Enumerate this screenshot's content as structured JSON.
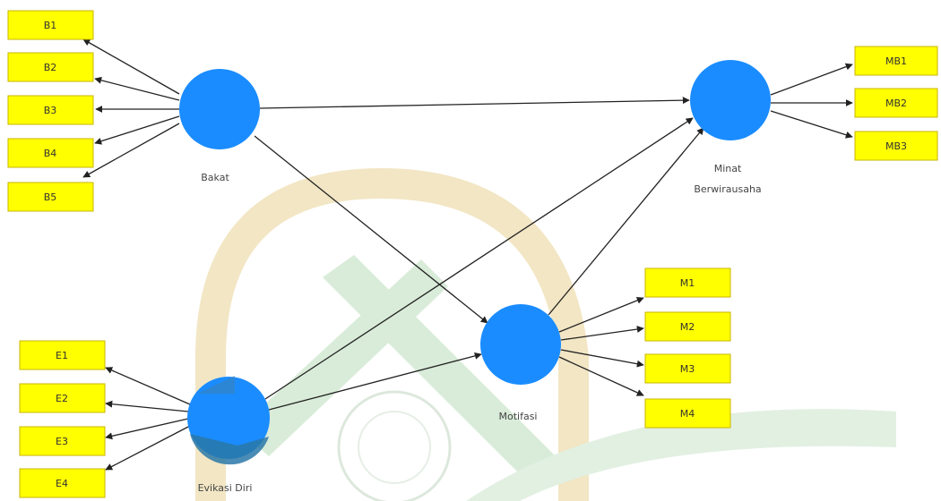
{
  "colors": {
    "latent_fill": "#1a8cff",
    "indicator_fill": "#ffff00",
    "indicator_border": "#c9b400",
    "arrow": "#222222",
    "watermark_arc": "#f2e6c4",
    "watermark_green": "#cfe6cf"
  },
  "constructs": {
    "bakat": {
      "label": "Bakat"
    },
    "minat": {
      "label_line1": "Minat",
      "label_line2": "Berwirausaha"
    },
    "motifasi": {
      "label": "Motifasi"
    },
    "evikasi": {
      "label": "Evikasi Diri"
    }
  },
  "indicators": {
    "b1": "B1",
    "b2": "B2",
    "b3": "B3",
    "b4": "B4",
    "b5": "B5",
    "mb1": "MB1",
    "mb2": "MB2",
    "mb3": "MB3",
    "m1": "M1",
    "m2": "M2",
    "m3": "M3",
    "m4": "M4",
    "e1": "E1",
    "e2": "E2",
    "e3": "E3",
    "e4": "E4"
  }
}
